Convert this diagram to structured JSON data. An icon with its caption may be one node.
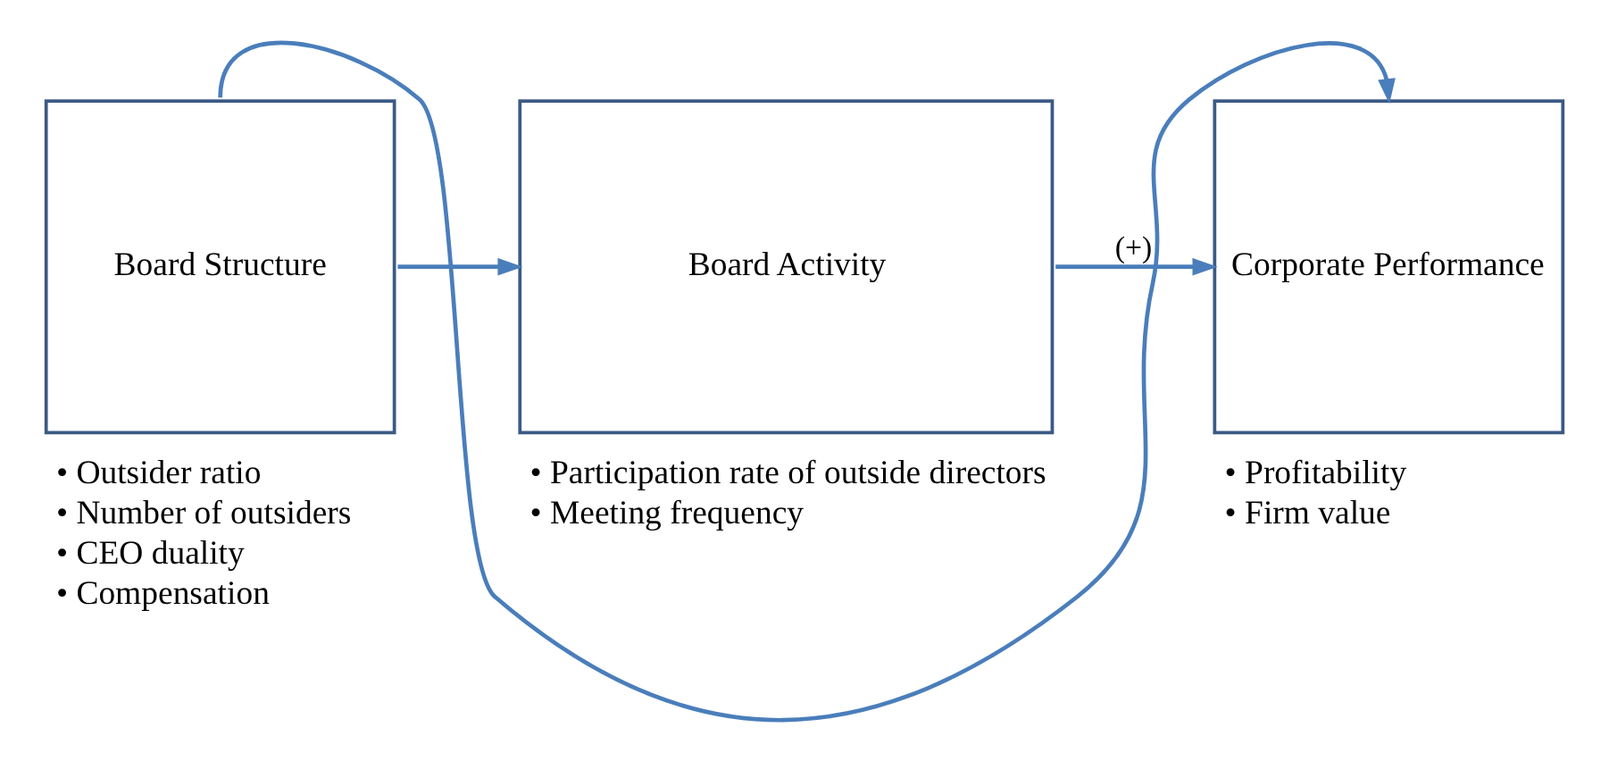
{
  "diagram": {
    "nodes": [
      {
        "text": [
          "Board Structure"
        ],
        "beside": [
          "• Outsider ratio",
          "• Number of outsiders",
          "• CEO duality",
          "• Compensation"
        ]
      },
      {
        "text": [
          "Board Activity"
        ],
        "beside": [
          "• Participation rate of outside directors",
          "• Meeting frequency"
        ]
      },
      {
        "text": [
          "Corporate Performance"
        ],
        "beside": [
          "• Profitability",
          "• Firm value"
        ]
      }
    ],
    "edges": [
      {
        "from": 0,
        "to": 1,
        "arrow": "to"
      },
      {
        "from": 1,
        "to": 2,
        "arrow": "to",
        "label": "(+)"
      },
      {
        "from": 0,
        "to": 2,
        "arrow": "to"
      }
    ]
  }
}
